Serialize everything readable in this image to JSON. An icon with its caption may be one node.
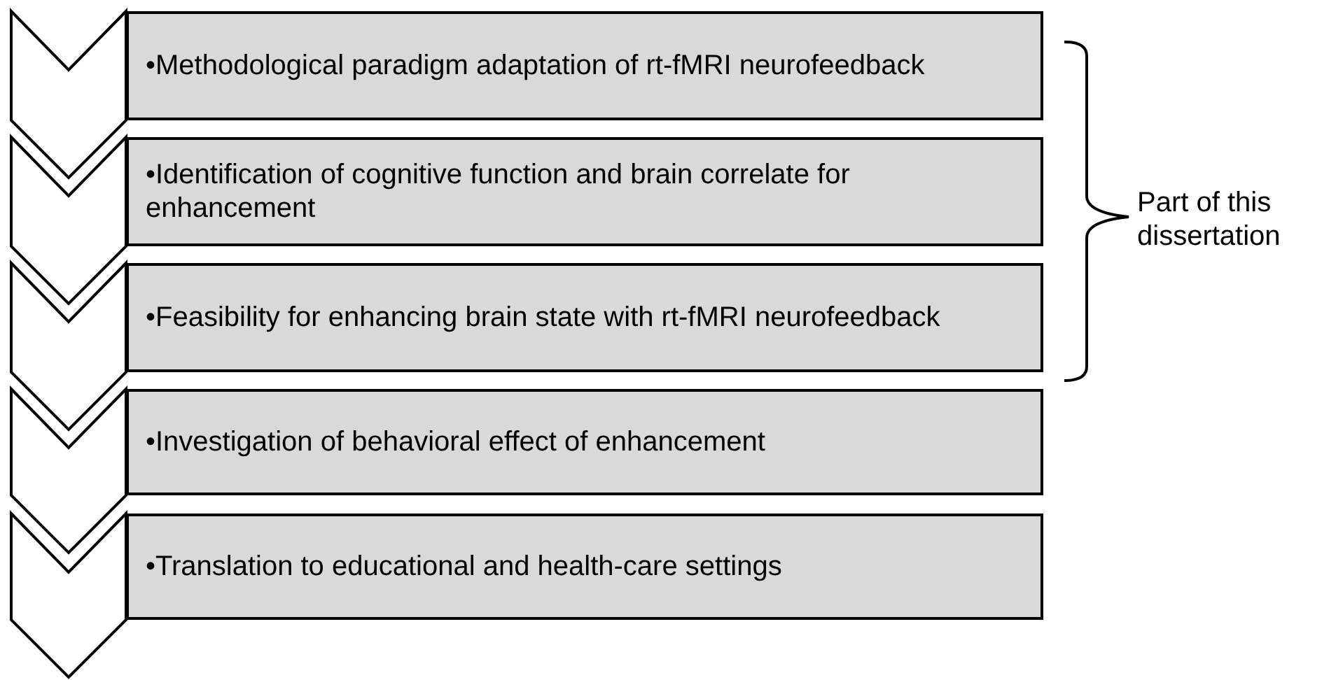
{
  "diagram": {
    "nodes": [
      {
        "text": [
          "•Methodological paradigm adaptation of rt-fMRI neurofeedback"
        ]
      },
      {
        "text": [
          "•Identification of cognitive function and brain correlate for enhancement"
        ]
      },
      {
        "text": [
          "•Feasibility for enhancing brain state with rt-fMRI neurofeedback"
        ]
      },
      {
        "text": [
          "•Investigation of behavioral effect of enhancement"
        ]
      },
      {
        "text": [
          "•Translation to educational and health-care settings"
        ]
      }
    ],
    "labels": [
      "Part of this dissertation"
    ]
  }
}
